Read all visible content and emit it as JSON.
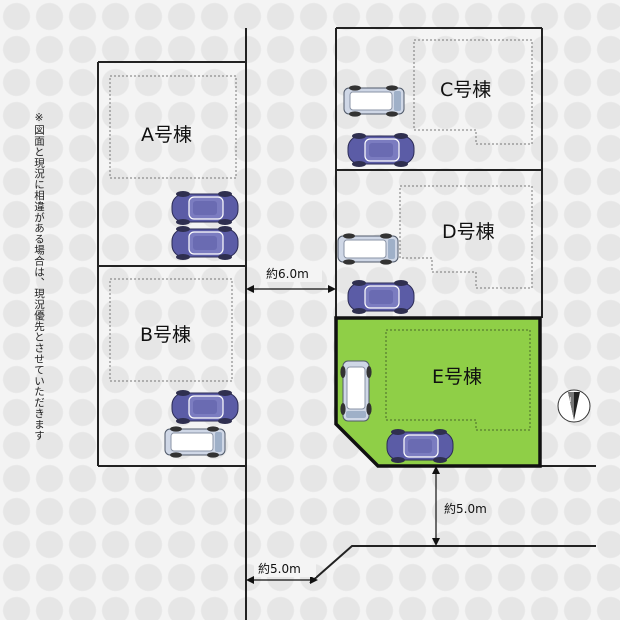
{
  "note": "※図面と現況に相違がある場合は、現況優先とさせていただきます",
  "lots": [
    {
      "id": "A",
      "label": "A号棟"
    },
    {
      "id": "B",
      "label": "B号棟"
    },
    {
      "id": "C",
      "label": "C号棟"
    },
    {
      "id": "D",
      "label": "D号棟"
    },
    {
      "id": "E",
      "label": "E号棟",
      "highlight_color": "#8fcf47"
    }
  ],
  "dimensions": {
    "road_width": "約6.0m",
    "south_road": "約5.0m",
    "west_road": "約5.0m"
  },
  "compass": {
    "label": "N"
  },
  "colors": {
    "car_body": "#5a5aa3",
    "van_body": "#c8d2e2",
    "lot_line": "#222222"
  }
}
